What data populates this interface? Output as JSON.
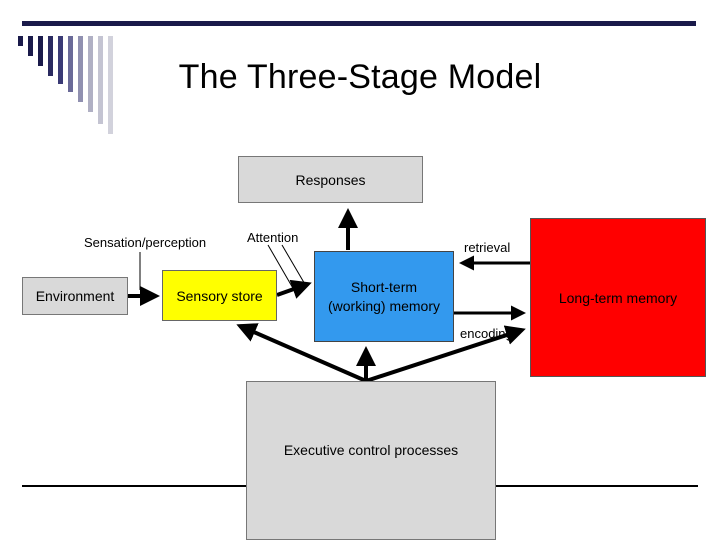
{
  "slide": {
    "title": "The Three-Stage Model"
  },
  "diagram": {
    "nodes": {
      "responses": "Responses",
      "environment": "Environment",
      "sensory_store": "Sensory store",
      "short_term_line1": "Short-term",
      "short_term_line2": "(working) memory",
      "long_term": "Long-term memory",
      "executive": "Executive control processes"
    },
    "labels": {
      "sensation": "Sensation/perception",
      "attention": "Attention",
      "retrieval": "retrieval",
      "encoding": "encoding"
    }
  },
  "colors": {
    "sensory_store": "#ffff00",
    "short_term": "#3399ee",
    "long_term": "#ff0000",
    "gray_box": "#d9d9d9",
    "accent_bar": "#1a1a4a"
  }
}
